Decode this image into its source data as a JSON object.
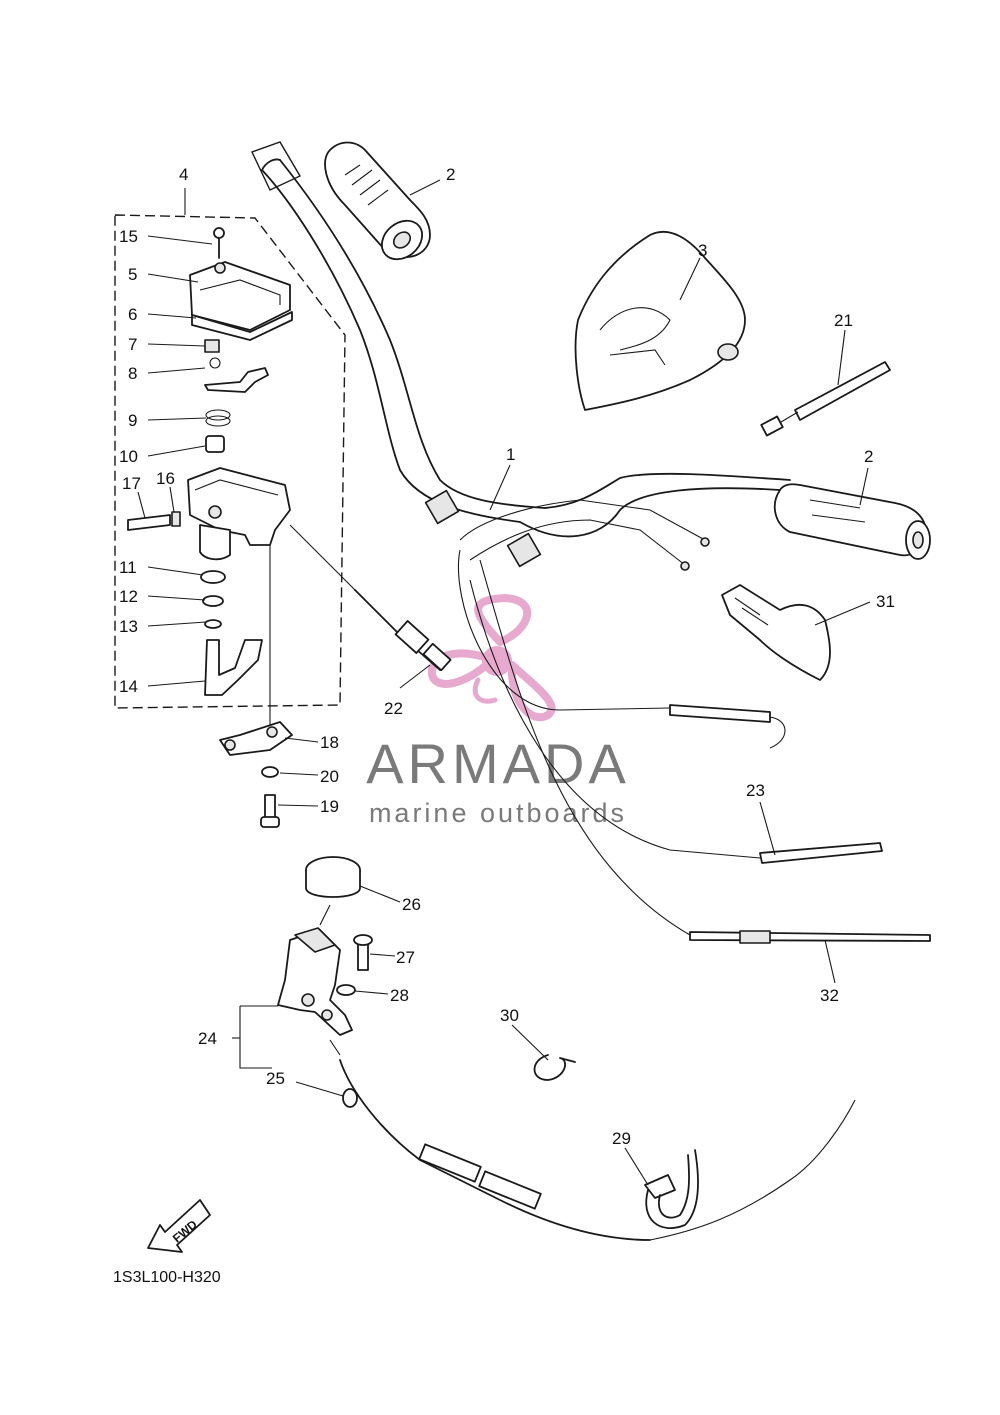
{
  "diagram_code": "1S3L100-H320",
  "fwd_label": "FWD",
  "watermark": {
    "title": "ARMADA",
    "subtitle": "marine outboards",
    "title_color": "#7a7a7a",
    "logo_color": "#e8a9cf"
  },
  "callouts": [
    {
      "id": "c1",
      "text": "1"
    },
    {
      "id": "c2a",
      "text": "2"
    },
    {
      "id": "c2b",
      "text": "2"
    },
    {
      "id": "c3",
      "text": "3"
    },
    {
      "id": "c4",
      "text": "4"
    },
    {
      "id": "c5",
      "text": "5"
    },
    {
      "id": "c6",
      "text": "6"
    },
    {
      "id": "c7",
      "text": "7"
    },
    {
      "id": "c8",
      "text": "8"
    },
    {
      "id": "c9",
      "text": "9"
    },
    {
      "id": "c10",
      "text": "10"
    },
    {
      "id": "c11",
      "text": "11"
    },
    {
      "id": "c12",
      "text": "12"
    },
    {
      "id": "c13",
      "text": "13"
    },
    {
      "id": "c14",
      "text": "14"
    },
    {
      "id": "c15",
      "text": "15"
    },
    {
      "id": "c16",
      "text": "16"
    },
    {
      "id": "c17",
      "text": "17"
    },
    {
      "id": "c18",
      "text": "18"
    },
    {
      "id": "c19",
      "text": "19"
    },
    {
      "id": "c20",
      "text": "20"
    },
    {
      "id": "c21",
      "text": "21"
    },
    {
      "id": "c22",
      "text": "22"
    },
    {
      "id": "c23",
      "text": "23"
    },
    {
      "id": "c24",
      "text": "24"
    },
    {
      "id": "c25",
      "text": "25"
    },
    {
      "id": "c26",
      "text": "26"
    },
    {
      "id": "c27",
      "text": "27"
    },
    {
      "id": "c28",
      "text": "28"
    },
    {
      "id": "c29",
      "text": "29"
    },
    {
      "id": "c30",
      "text": "30"
    },
    {
      "id": "c31",
      "text": "31"
    },
    {
      "id": "c32",
      "text": "32"
    }
  ]
}
